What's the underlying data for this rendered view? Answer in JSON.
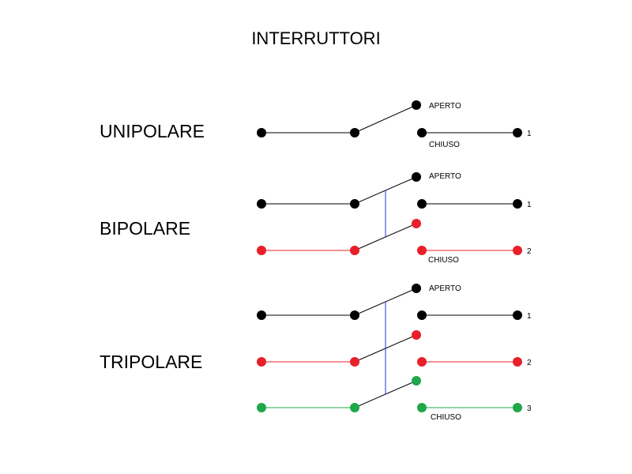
{
  "title": "INTERRUTTORI",
  "colors": {
    "black": "#000000",
    "red": "#e8202a",
    "green": "#1fa84a",
    "link": "#2233cc"
  },
  "labels": {
    "open": "APERTO",
    "closed": "CHIUSO"
  },
  "sections": [
    {
      "name": "UNIPOLARE",
      "poles": [
        "1"
      ]
    },
    {
      "name": "BIPOLARE",
      "poles": [
        "1",
        "2"
      ]
    },
    {
      "name": "TRIPOLARE",
      "poles": [
        "1",
        "2",
        "3"
      ]
    }
  ]
}
